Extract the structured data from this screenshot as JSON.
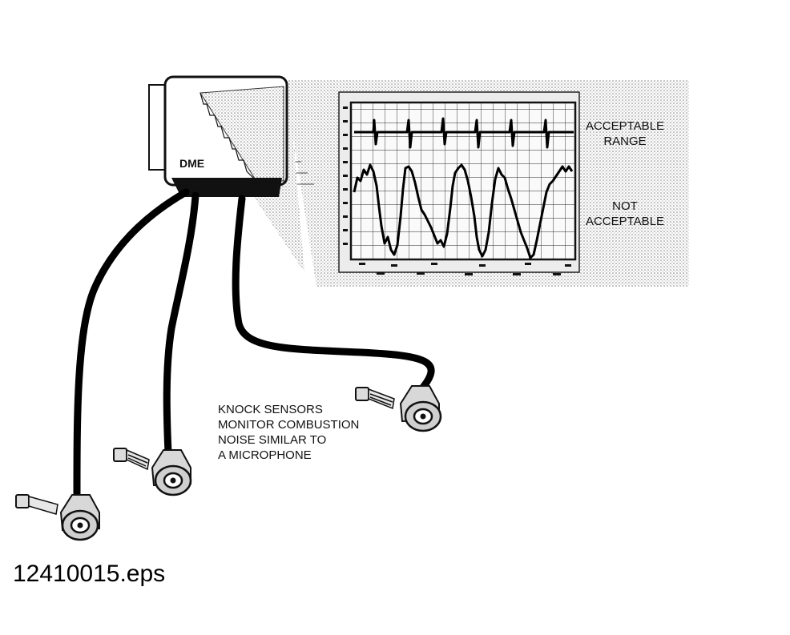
{
  "dme_unit": {
    "label": "DME"
  },
  "scope": {
    "acceptable_line1": "ACCEPTABLE",
    "acceptable_line2": "RANGE",
    "not_acceptable_line1": "NOT",
    "not_acceptable_line2": "ACCEPTABLE"
  },
  "callout": {
    "lines": [
      "KNOCK SENSORS",
      "MONITOR COMBUSTION",
      "NOISE SIMILAR TO",
      "A MICROPHONE"
    ]
  },
  "caption": {
    "filename": "12410015.eps"
  },
  "colors": {
    "ink": "#111111",
    "screen_bg": "#f4f4f4",
    "stipple": "#9a9a9a"
  },
  "icons": [
    "knock-sensor-icon",
    "bolt-icon",
    "dme-control-unit-icon",
    "oscilloscope-icon"
  ]
}
